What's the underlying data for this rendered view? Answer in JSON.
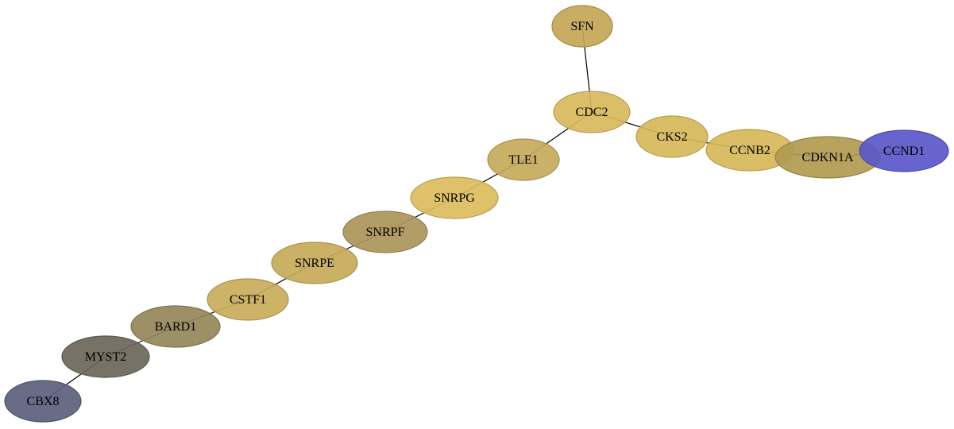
{
  "graph": {
    "nodes": [
      {
        "id": "SFN",
        "label": "SFN",
        "color": "#c3a656"
      },
      {
        "id": "CDC2",
        "label": "CDC2",
        "color": "#d8ba5b"
      },
      {
        "id": "CKS2",
        "label": "CKS2",
        "color": "#d6b95a"
      },
      {
        "id": "CCNB2",
        "label": "CCNB2",
        "color": "#d6b959"
      },
      {
        "id": "CDKN1A",
        "label": "CDKN1A",
        "color": "#b19a50"
      },
      {
        "id": "CCND1",
        "label": "CCND1",
        "color": "#5a58c9"
      },
      {
        "id": "TLE1",
        "label": "TLE1",
        "color": "#c7a95a"
      },
      {
        "id": "SNRPG",
        "label": "SNRPG",
        "color": "#dbbc5b"
      },
      {
        "id": "SNRPF",
        "label": "SNRPF",
        "color": "#ab955a"
      },
      {
        "id": "SNRPE",
        "label": "SNRPE",
        "color": "#c7aa59"
      },
      {
        "id": "CSTF1",
        "label": "CSTF1",
        "color": "#c9ac5a"
      },
      {
        "id": "BARD1",
        "label": "BARD1",
        "color": "#958659"
      },
      {
        "id": "MYST2",
        "label": "MYST2",
        "color": "#6a6659"
      },
      {
        "id": "CBX8",
        "label": "CBX8",
        "color": "#5c5f7c"
      }
    ],
    "edges": [
      {
        "source": "SFN",
        "target": "CDC2"
      },
      {
        "source": "CDC2",
        "target": "CKS2"
      },
      {
        "source": "CDC2",
        "target": "TLE1"
      },
      {
        "source": "CKS2",
        "target": "CCNB2"
      },
      {
        "source": "CCNB2",
        "target": "CDKN1A"
      },
      {
        "source": "CDKN1A",
        "target": "CCND1"
      },
      {
        "source": "TLE1",
        "target": "SNRPG"
      },
      {
        "source": "SNRPG",
        "target": "SNRPF"
      },
      {
        "source": "SNRPF",
        "target": "SNRPE"
      },
      {
        "source": "SNRPE",
        "target": "CSTF1"
      },
      {
        "source": "CSTF1",
        "target": "BARD1"
      },
      {
        "source": "BARD1",
        "target": "MYST2"
      },
      {
        "source": "MYST2",
        "target": "CBX8"
      }
    ]
  }
}
